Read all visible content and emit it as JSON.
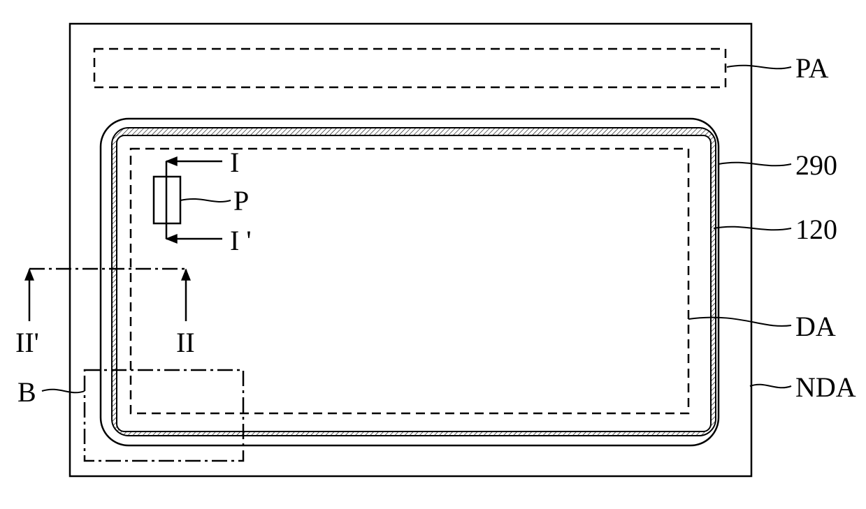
{
  "labels": {
    "pa": "PA",
    "l290": "290",
    "l120": "120",
    "da": "DA",
    "nda": "NDA",
    "b": "B",
    "p": "P",
    "sec1": "I",
    "sec1p": "I '",
    "sec2": "II",
    "sec2p": "II'"
  }
}
